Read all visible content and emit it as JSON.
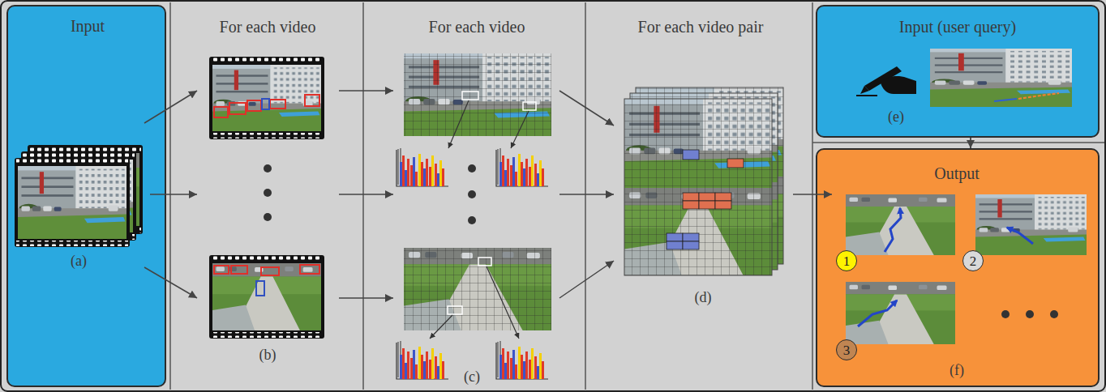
{
  "diagram": {
    "nodes": [
      {
        "text": [
          "Input",
          "(a)"
        ]
      },
      {
        "text": [
          "Input (user query)",
          "(e)"
        ]
      },
      {
        "text": [
          "Output",
          "(f)"
        ]
      },
      {
        "text": [
          "1"
        ],
        "in": 2
      },
      {
        "text": [
          "2"
        ],
        "in": 2
      },
      {
        "text": [
          "3"
        ],
        "in": 2
      }
    ],
    "edges": [
      {
        "from": 1,
        "to": 2,
        "arrow": "to"
      }
    ],
    "labels": [
      "For each video",
      "For each video",
      "For each video pair",
      "(b)",
      "(c)",
      "(d)"
    ]
  }
}
